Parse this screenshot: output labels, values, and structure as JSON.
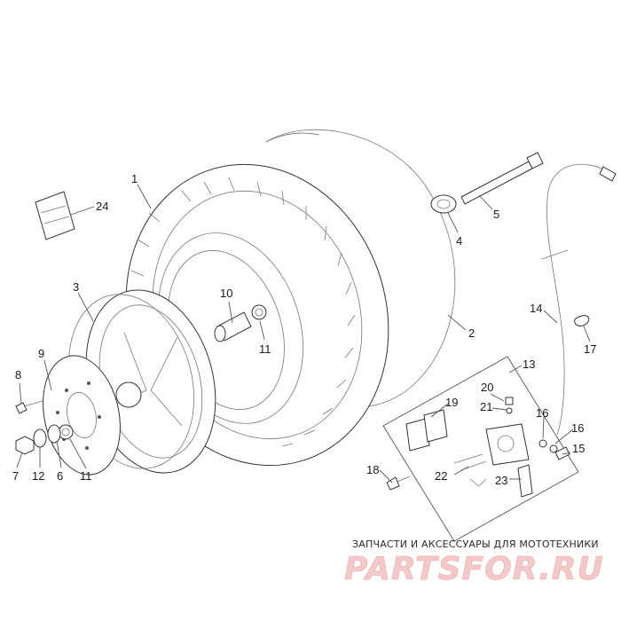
{
  "callouts": [
    {
      "id": "1",
      "text": "1"
    },
    {
      "id": "2",
      "text": "2"
    },
    {
      "id": "3",
      "text": "3"
    },
    {
      "id": "4",
      "text": "4"
    },
    {
      "id": "5",
      "text": "5"
    },
    {
      "id": "6",
      "text": "6"
    },
    {
      "id": "7",
      "text": "7"
    },
    {
      "id": "8",
      "text": "8"
    },
    {
      "id": "9",
      "text": "9"
    },
    {
      "id": "10",
      "text": "10"
    },
    {
      "id": "11a",
      "text": "11"
    },
    {
      "id": "11b",
      "text": "11"
    },
    {
      "id": "12",
      "text": "12"
    },
    {
      "id": "13",
      "text": "13"
    },
    {
      "id": "14",
      "text": "14"
    },
    {
      "id": "15",
      "text": "15"
    },
    {
      "id": "16a",
      "text": "16"
    },
    {
      "id": "16b",
      "text": "16"
    },
    {
      "id": "17",
      "text": "17"
    },
    {
      "id": "18",
      "text": "18"
    },
    {
      "id": "19",
      "text": "19"
    },
    {
      "id": "20",
      "text": "20"
    },
    {
      "id": "21",
      "text": "21"
    },
    {
      "id": "22",
      "text": "22"
    },
    {
      "id": "23",
      "text": "23"
    },
    {
      "id": "24",
      "text": "24"
    }
  ],
  "watermark": {
    "tagline": "ЗАПЧАСТИ И АКСЕССУАРЫ ДЛЯ МОТОТЕХНИКИ",
    "brand": "PARTSFOR.RU",
    "color": "#e9a9a9"
  }
}
